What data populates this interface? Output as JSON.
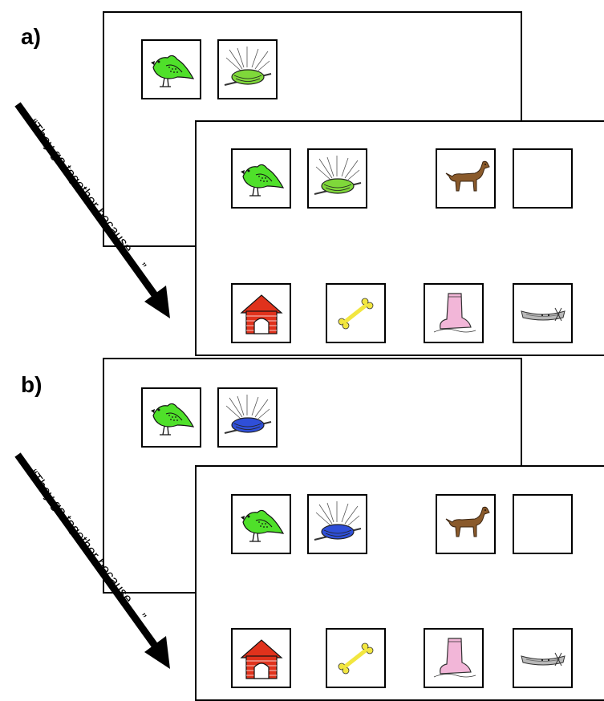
{
  "panels": [
    {
      "label": "a)",
      "nest_color": "#7fd83a"
    },
    {
      "label": "b)",
      "nest_color": "#2f4fd8"
    }
  ],
  "caption": "“They go together because …”",
  "colors": {
    "bird": "#4fe02a",
    "dog": "#8a5a2b",
    "doghouse": "#e0321c",
    "bone": "#f2e640",
    "boot": "#f2b6d8",
    "canoe": "#b8b8b8"
  },
  "icons": [
    "bird-icon",
    "nest-icon",
    "dog-icon",
    "empty-card",
    "doghouse-icon",
    "bone-icon",
    "boot-icon",
    "canoe-icon"
  ]
}
